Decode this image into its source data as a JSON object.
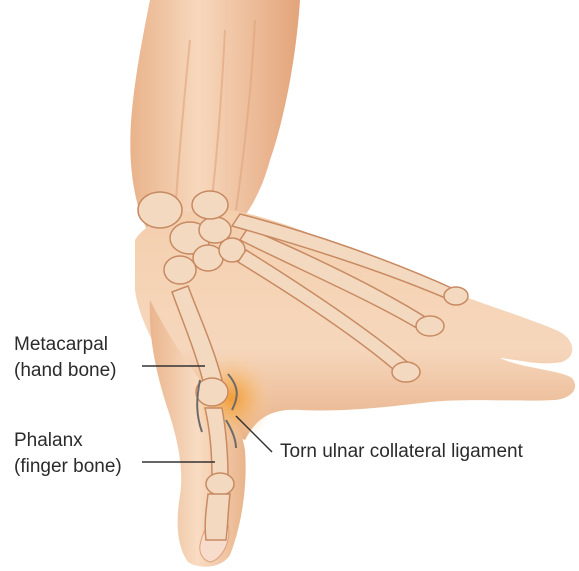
{
  "labels": {
    "metacarpal": {
      "line1": "Metacarpal",
      "line2": "(hand bone)"
    },
    "phalanx": {
      "line1": "Phalanx",
      "line2": "(finger bone)"
    },
    "ligament": "Torn ulnar collateral ligament"
  },
  "colors": {
    "skin_light": "#f8dcc3",
    "skin_mid": "#efc09b",
    "skin_shadow": "#d99a70",
    "bone": "#f3d9bf",
    "bone_edge": "#c88a62",
    "ligament_glow": "#f4a640",
    "leader_line": "#333333"
  }
}
